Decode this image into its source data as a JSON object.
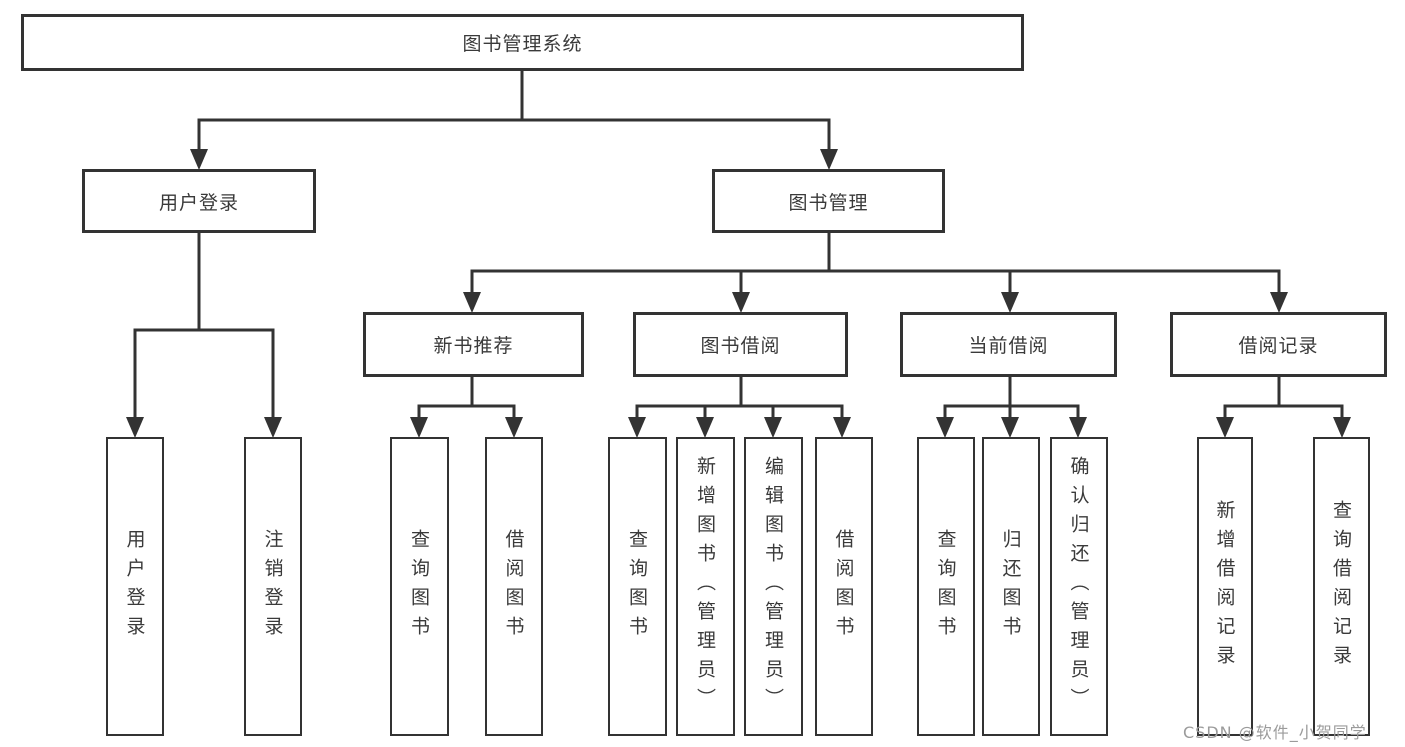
{
  "root": {
    "label": "图书管理系统"
  },
  "level2": [
    {
      "label": "用户登录"
    },
    {
      "label": "图书管理"
    }
  ],
  "level3": [
    {
      "label": "新书推荐"
    },
    {
      "label": "图书借阅"
    },
    {
      "label": "当前借阅"
    },
    {
      "label": "借阅记录"
    }
  ],
  "leaves": [
    {
      "label": "用户登录"
    },
    {
      "label": "注销登录"
    },
    {
      "label": "查询图书"
    },
    {
      "label": "借阅图书"
    },
    {
      "label": "查询图书"
    },
    {
      "label": "新增图书（管理员）"
    },
    {
      "label": "编辑图书（管理员）"
    },
    {
      "label": "借阅图书"
    },
    {
      "label": "查询图书"
    },
    {
      "label": "归还图书"
    },
    {
      "label": "确认归还（管理员）"
    },
    {
      "label": "新增借阅记录"
    },
    {
      "label": "查询借阅记录"
    }
  ],
  "watermark": {
    "text": "CSDN @软件_小贺同学"
  },
  "colors": {
    "line": "#333333",
    "box_border": "#333333",
    "text": "#3a3a3a",
    "background": "#ffffff",
    "watermark": "#9b9b9b"
  }
}
